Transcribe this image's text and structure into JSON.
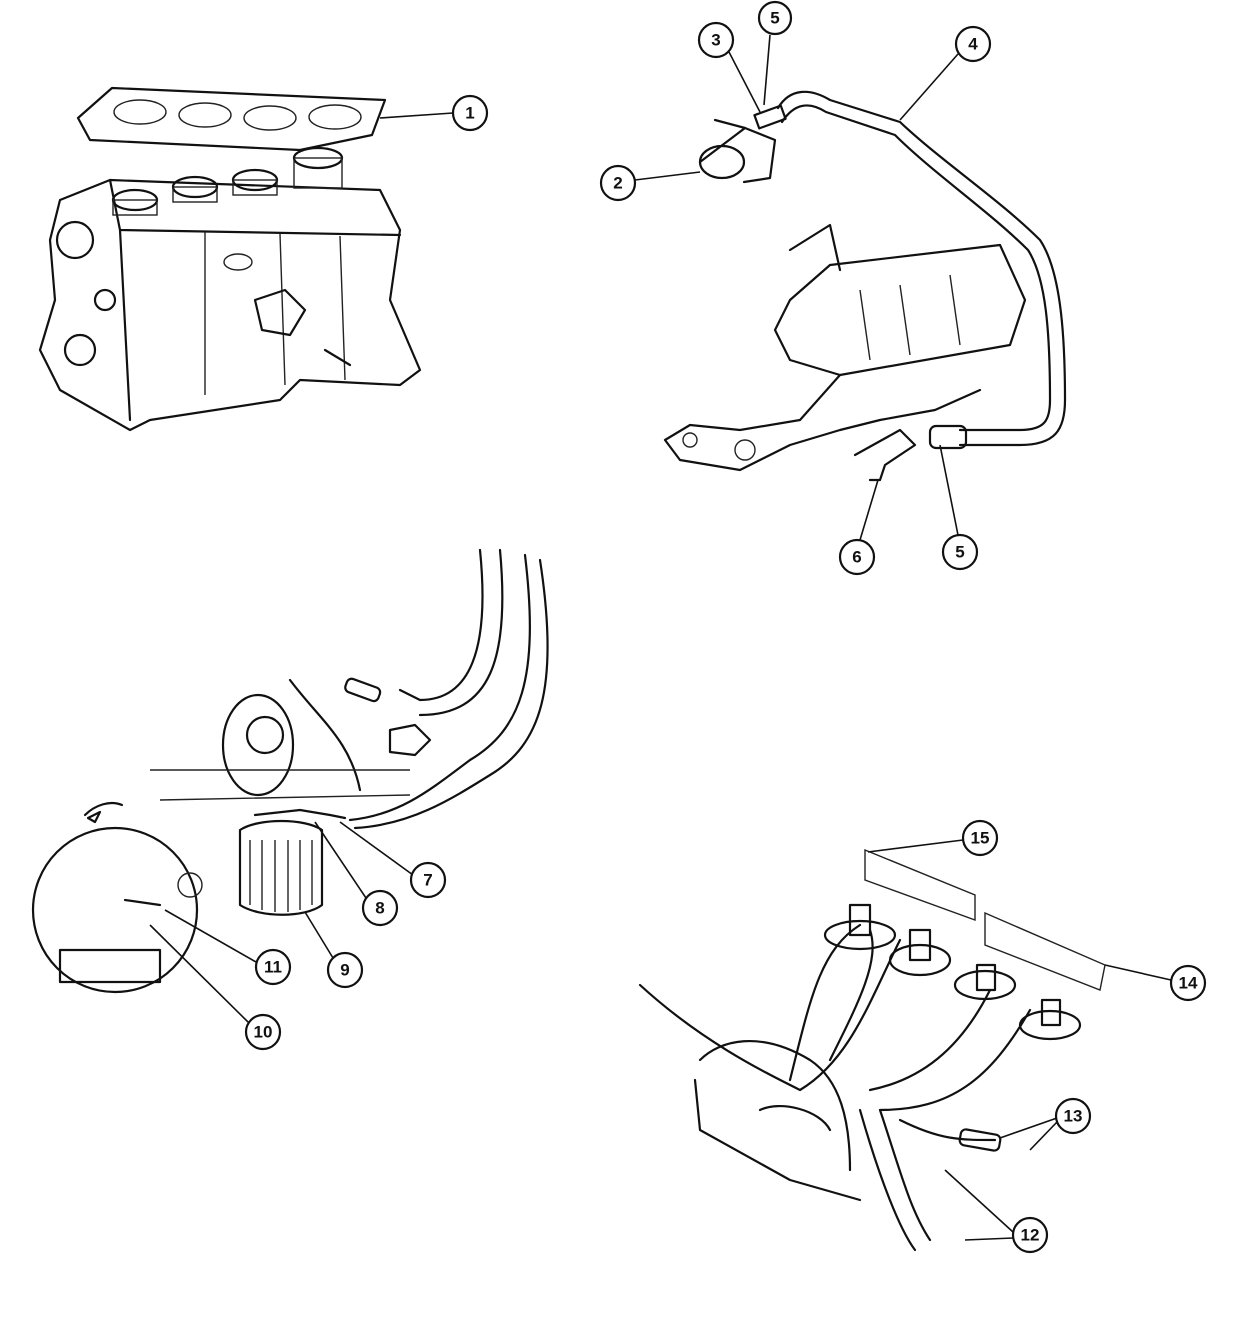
{
  "diagram": {
    "type": "exploded-parts-view",
    "callouts": [
      {
        "id": "c1",
        "label": "1"
      },
      {
        "id": "c2",
        "label": "2"
      },
      {
        "id": "c3",
        "label": "3"
      },
      {
        "id": "c5a",
        "label": "5"
      },
      {
        "id": "c4",
        "label": "4"
      },
      {
        "id": "c6",
        "label": "6"
      },
      {
        "id": "c5b",
        "label": "5"
      },
      {
        "id": "c7",
        "label": "7"
      },
      {
        "id": "c8",
        "label": "8"
      },
      {
        "id": "c9",
        "label": "9"
      },
      {
        "id": "c11",
        "label": "11"
      },
      {
        "id": "c10",
        "label": "10"
      },
      {
        "id": "c15",
        "label": "15"
      },
      {
        "id": "c14",
        "label": "14"
      },
      {
        "id": "c13",
        "label": "13"
      },
      {
        "id": "c12",
        "label": "12"
      }
    ]
  }
}
